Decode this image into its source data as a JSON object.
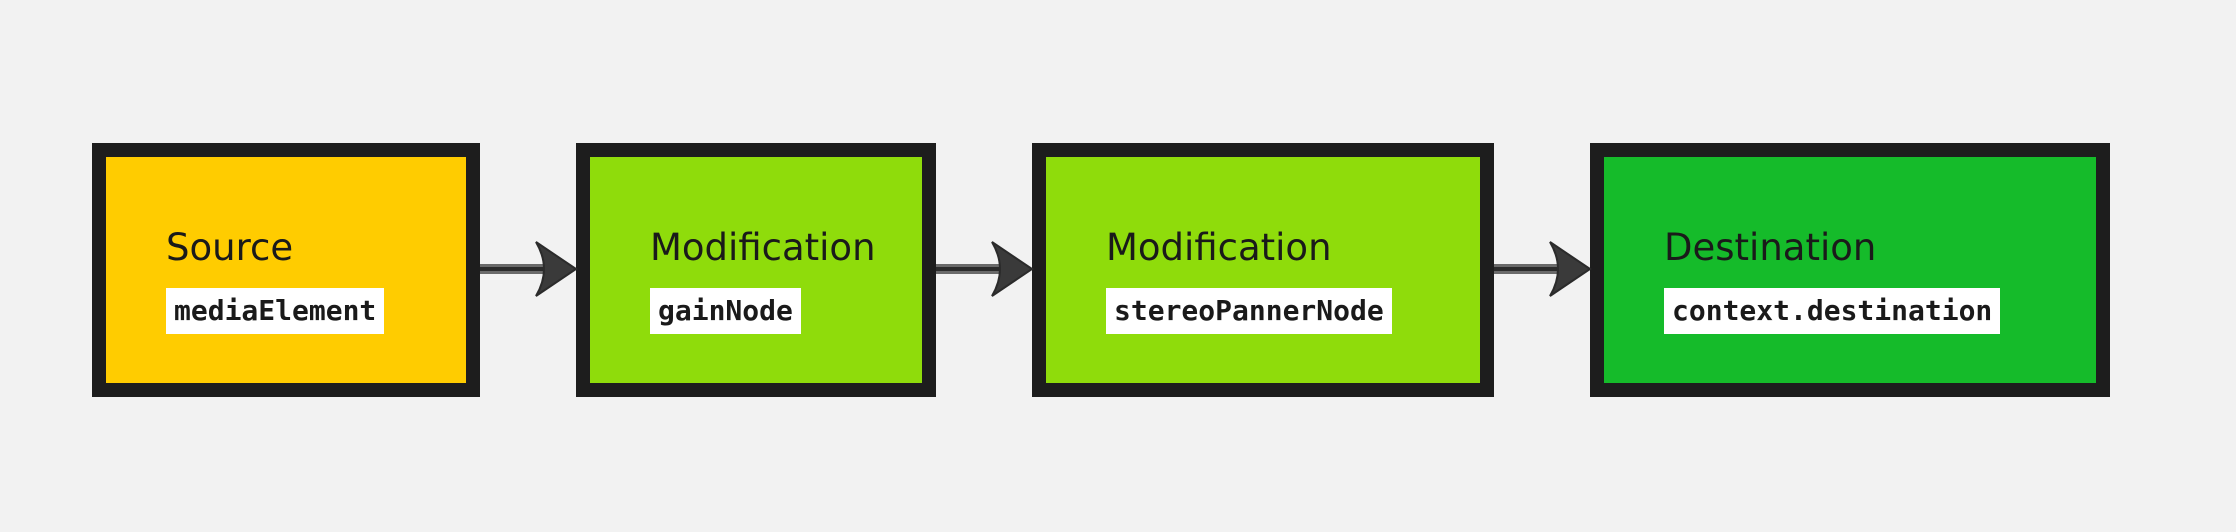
{
  "diagram": {
    "nodes": [
      {
        "title": "Source",
        "code": "mediaElement",
        "fill": "#ffcc00"
      },
      {
        "title": "Modification",
        "code": "gainNode",
        "fill": "#8fdc0b"
      },
      {
        "title": "Modification",
        "code": "stereoPannerNode",
        "fill": "#8fdc0b"
      },
      {
        "title": "Destination",
        "code": "context.destination",
        "fill": "#15bb2a"
      }
    ],
    "edges": [
      {
        "from": 0,
        "to": 1
      },
      {
        "from": 1,
        "to": 2
      },
      {
        "from": 2,
        "to": 3
      }
    ],
    "colors": {
      "border": "#1d1d1d",
      "arrow": "#3a3a3a",
      "background": "#f2f2f2",
      "code_background": "#ffffff"
    }
  }
}
